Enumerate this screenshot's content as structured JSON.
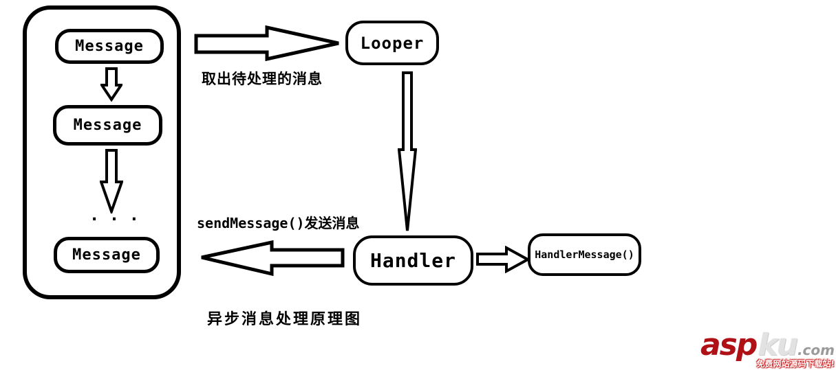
{
  "page": {
    "background_color": "#ffffff",
    "line_color": "#000000"
  },
  "diagram": {
    "caption": "异步消息处理原理图",
    "message_queue": {
      "items": [
        {
          "label": "Message"
        },
        {
          "label": "Message"
        },
        {
          "label": "Message"
        }
      ],
      "ellipsis": ". . ."
    },
    "looper": {
      "label": "Looper"
    },
    "handler": {
      "label": "Handler"
    },
    "handler_message": {
      "label": "HandlerMessage()"
    },
    "edge_labels": {
      "dequeue": "取出待处理的消息",
      "send": "sendMessage()发送消息"
    }
  },
  "watermark": {
    "brand_prefix": "asp",
    "brand_suffix": "ku",
    "brand_tld": ".com",
    "tagline": "免费网站源码下载站!",
    "colors": {
      "red": "#b01116",
      "light_gray": "#e2e2e2",
      "gray": "#9a9a9a"
    }
  }
}
